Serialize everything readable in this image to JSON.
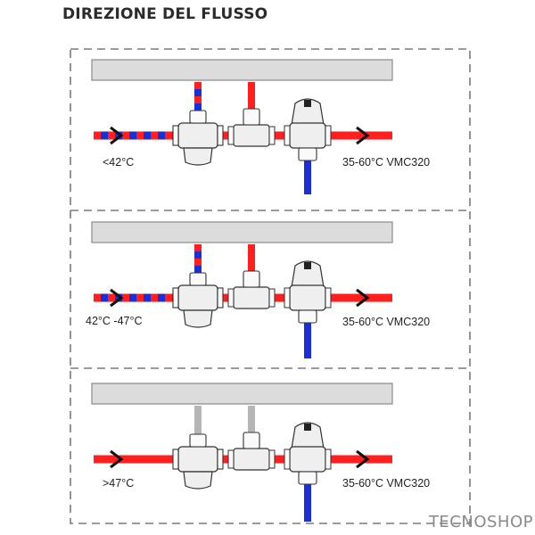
{
  "title": "DIREZIONE DEL FLUSSO",
  "panels": [
    {
      "left_label": "<42°C",
      "right_label": "35-60°C VMC320",
      "mode": "low"
    },
    {
      "left_label": "42°C -47°C",
      "right_label": "35-60°C VMC320",
      "mode": "mid"
    },
    {
      "left_label": ">47°C",
      "right_label": "35-60°C VMC320",
      "mode": "high"
    }
  ],
  "watermark": "TECNOSHOP",
  "colors": {
    "hot": "#ff1f1f",
    "cold": "#1a2fd8",
    "radiator": "#dcdcdc",
    "valve": "#efefef",
    "dash": "#7a7a7a"
  }
}
